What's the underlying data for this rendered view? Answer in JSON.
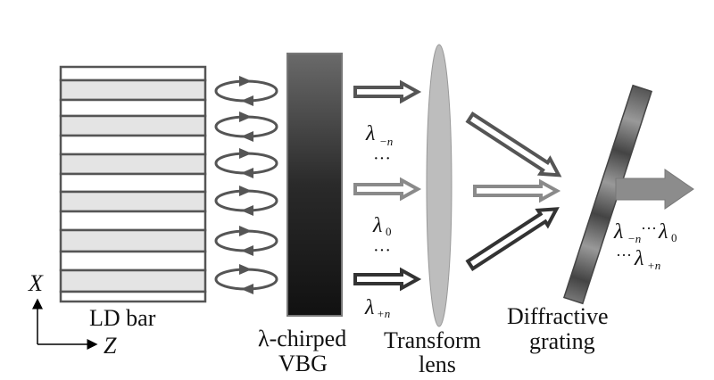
{
  "labels": {
    "ld_bar": "LD bar",
    "vbg_line1": "λ-chirped",
    "vbg_line2": "VBG",
    "lens_line1": "Transform",
    "lens_line2": "lens",
    "grating_line1": "Diffractive",
    "grating_line2": "grating"
  },
  "axes": {
    "x": "X",
    "z": "Z"
  },
  "wavelengths": {
    "lambda": "λ",
    "minus_n": "−n",
    "zero": "0",
    "plus_n": "+n",
    "dots": "···"
  },
  "colors": {
    "stripe_gray": "#e4e4e4",
    "outline": "#555555",
    "lens": "#bdbdbd",
    "arrow_top": "#555555",
    "arrow_mid": "#8a8a8a",
    "arrow_bot": "#333333",
    "output_arrow": "#8c8c8c"
  }
}
